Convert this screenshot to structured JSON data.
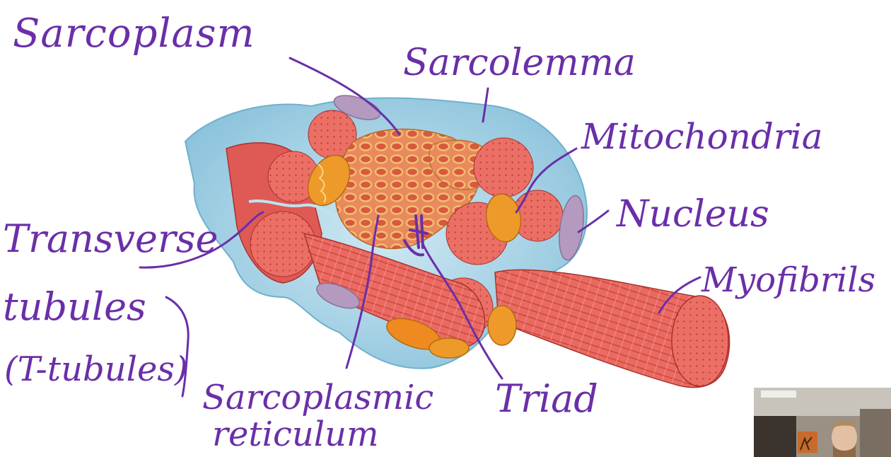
{
  "labels": {
    "sarcoplasm": "Sarcoplasm",
    "sarcolemma": "Sarcolemma",
    "mitochondria": "Mitochondria",
    "nucleus": "Nucleus",
    "myofibrils": "Myofibrils",
    "transverse_line1": "Transverse",
    "transverse_line2": "tubules",
    "transverse_line3": "(T-tubules)",
    "sr_line1": "Sarcoplasmic",
    "sr_line2": "reticulum",
    "triad": "Triad"
  },
  "colors": {
    "ink": "#6a2fa8",
    "fluid": "#a9d3e6",
    "myofibril": "#e8675f",
    "myofibril_dark": "#c9443d",
    "reticulum": "#e7a83f",
    "mitochondria": "#ee9a2a",
    "nucleus": "#b59ac0"
  },
  "webcam": {
    "icon": "presenter-video"
  }
}
